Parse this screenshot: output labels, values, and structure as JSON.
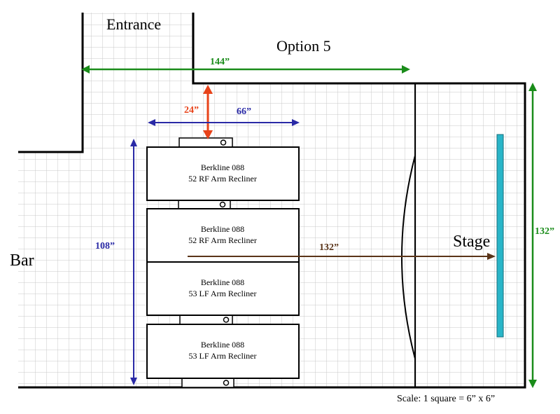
{
  "labels": {
    "entrance": "Entrance",
    "option": "Option 5",
    "bar": "Bar",
    "stage": "Stage",
    "scale": "Scale: 1 square = 6” x 6”"
  },
  "dimensions": {
    "width_total": "144”",
    "gap": "24”",
    "row_width": "66”",
    "row_depth": "108”",
    "room_depth": "132”",
    "throw": "132”"
  },
  "seats": [
    {
      "model": "Berkline 088",
      "desc": "52 RF Arm Recliner"
    },
    {
      "model": "Berkline 088",
      "desc": "52 RF Arm Recliner"
    },
    {
      "model": "Berkline 088",
      "desc": "53 LF Arm Recliner"
    },
    {
      "model": "Berkline 088",
      "desc": "53 LF Arm Recliner"
    }
  ],
  "colors": {
    "green": "#1a8c1a",
    "blue": "#2a2aa6",
    "orange": "#e8431a",
    "brown": "#5a3418",
    "stage": "#29b5c8",
    "grid": "#c9c9c9"
  }
}
